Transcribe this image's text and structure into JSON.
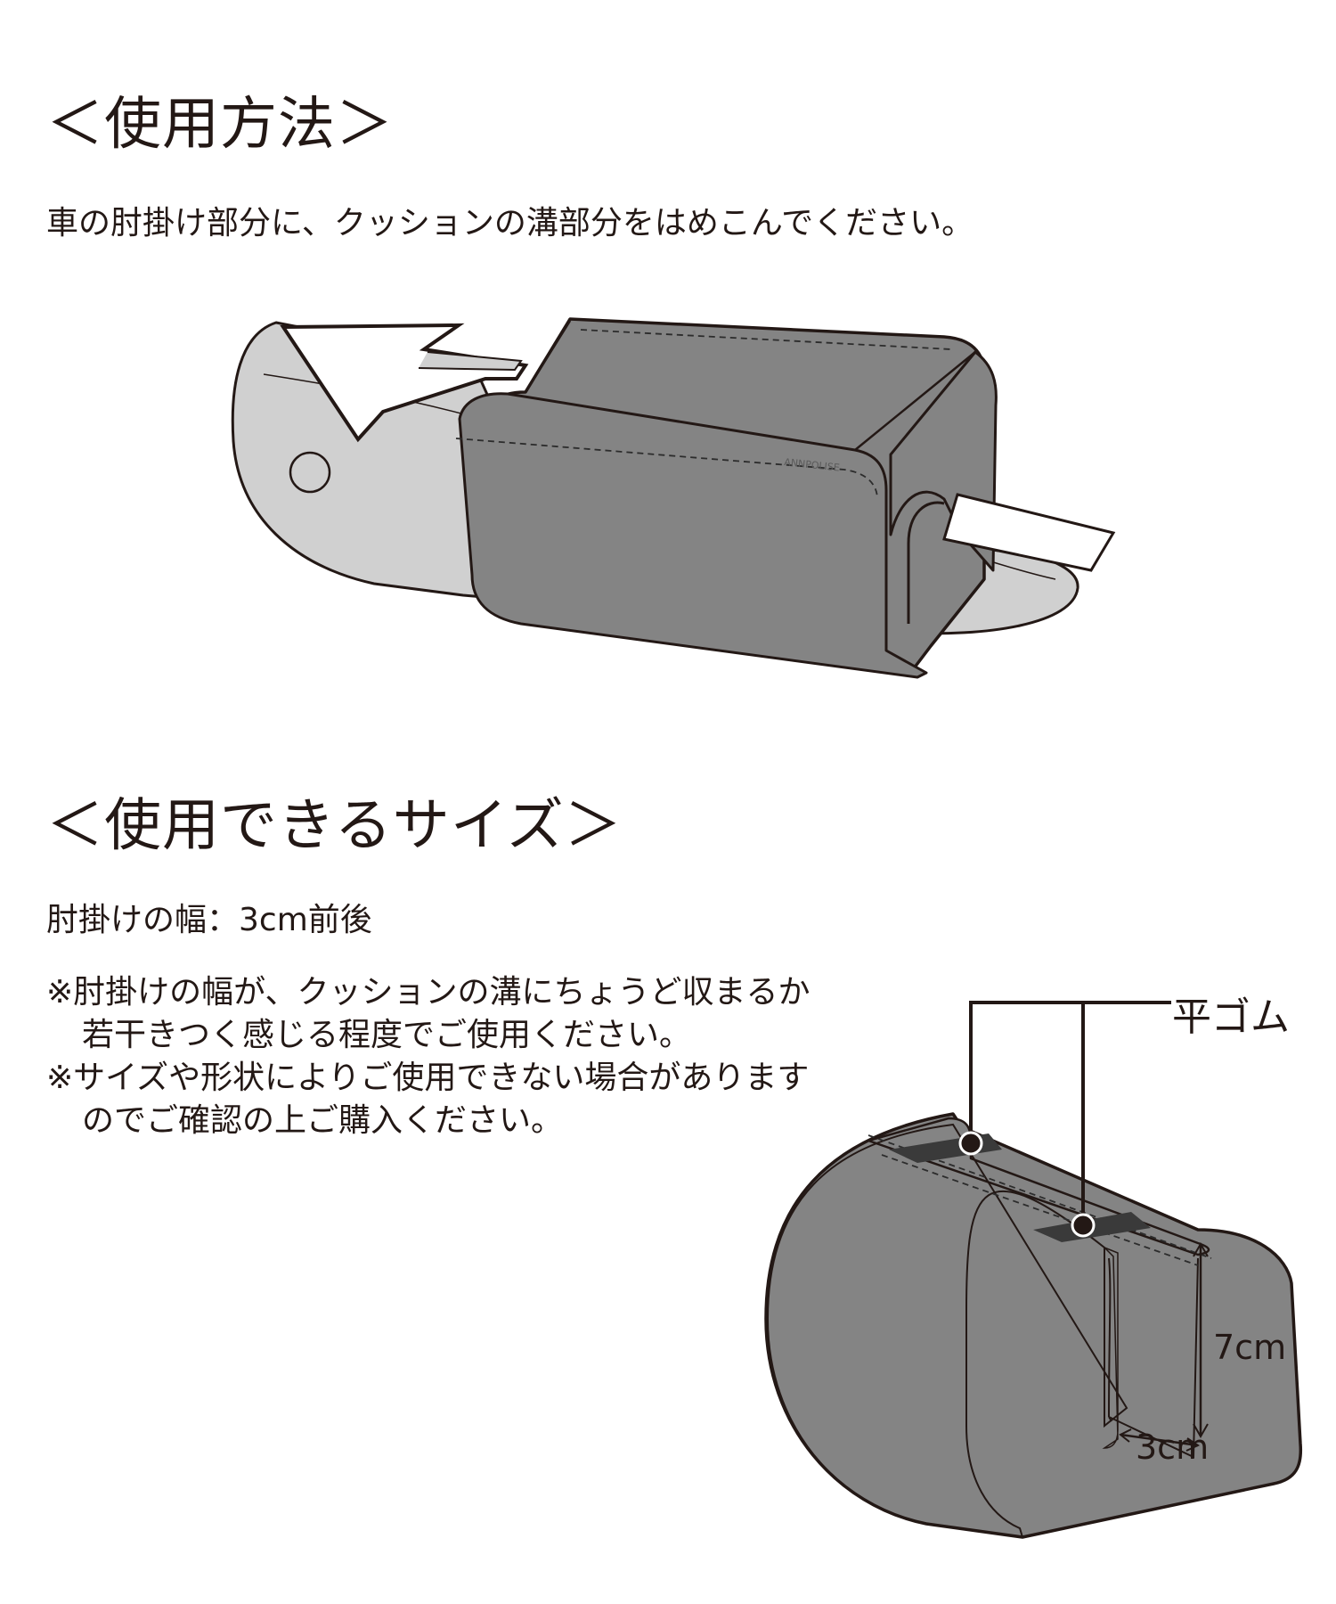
{
  "section_usage": {
    "heading": "＜使用方法＞",
    "instruction": "車の肘掛け部分に、クッションの溝部分をはめこんでください。"
  },
  "section_size": {
    "heading": "＜使用できるサイズ＞",
    "armrest_width": "肘掛けの幅：3cm前後",
    "notes": [
      "※肘掛けの幅が、クッションの溝にちょうど収まるか",
      "若干きつく感じる程度でご使用ください。",
      "※サイズや形状によりご使用できない場合があります",
      "のでご確認の上ご購入ください。"
    ]
  },
  "diagram": {
    "callout_label": "平ゴム",
    "height_label": "7cm",
    "width_label": "3cm",
    "logo_text": "ANNPOLISE"
  },
  "colors": {
    "text": "#231815",
    "cushion": "#848484",
    "armrest": "#d0d0d0",
    "strap": "#3a3a3a"
  }
}
